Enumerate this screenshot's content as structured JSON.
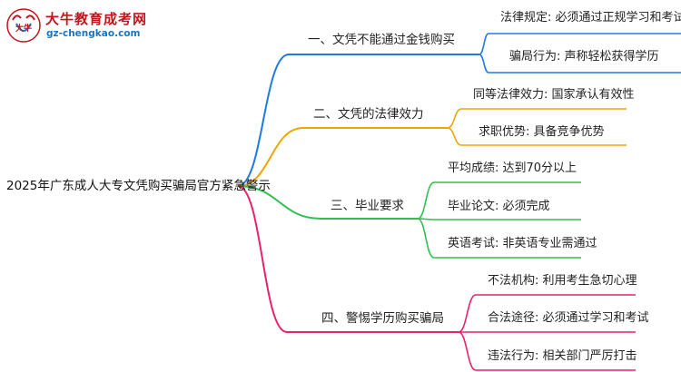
{
  "logo": {
    "title": "大牛教育成考网",
    "url": "gz-chengkao.com",
    "badge_text": "大牛",
    "icon": "bull-logo-icon",
    "colors": {
      "title": "#c0161c",
      "url": "#1b75bc"
    }
  },
  "root": {
    "label": "2025年广东成人大专文凭购买骗局官方紧急警示"
  },
  "branches": [
    {
      "label": "一、文凭不能通过金钱购买",
      "color": "#1e7be6",
      "children": [
        {
          "label": "法律规定: 必须通过正规学习和考试"
        },
        {
          "label": "骗局行为: 声称轻松获得学历"
        }
      ]
    },
    {
      "label": "二、文凭的法律效力",
      "color": "#f2a400",
      "children": [
        {
          "label": "同等法律效力: 国家承认有效性"
        },
        {
          "label": "求职优势: 具备竞争优势"
        }
      ]
    },
    {
      "label": "三、毕业要求",
      "color": "#2fbf4f",
      "children": [
        {
          "label": "平均成绩: 达到70分以上"
        },
        {
          "label": "毕业论文: 必须完成"
        },
        {
          "label": "英语考试: 非英语专业需通过"
        }
      ]
    },
    {
      "label": "四、警惕学历购买骗局",
      "color": "#e8216c",
      "children": [
        {
          "label": "不法机构: 利用考生急切心理"
        },
        {
          "label": "合法途径: 必须通过学习和考试"
        },
        {
          "label": "违法行为: 相关部门严厉打击"
        }
      ]
    }
  ]
}
